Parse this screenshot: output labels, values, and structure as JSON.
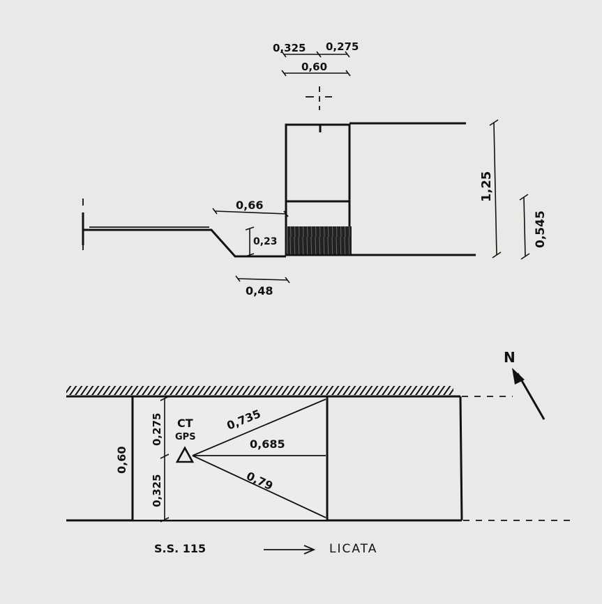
{
  "elevation": {
    "top_dims": [
      "0,325",
      "0,275",
      "0,60"
    ],
    "height_total": "1,25",
    "height_lower": "0,545",
    "offset_top": "0,66",
    "step_height": "0,23",
    "offset_bottom": "0,48"
  },
  "plan": {
    "width_total": "0,60",
    "width_upper": "0,275",
    "width_lower": "0,325",
    "diag_top": "0,735",
    "horizontal": "0,685",
    "diag_bottom": "0,79",
    "marker_title": "CT",
    "marker_subtitle": "GPS"
  },
  "compass": {
    "label": "N"
  },
  "road": {
    "name": "S.S. 115",
    "destination": "LICATA"
  }
}
